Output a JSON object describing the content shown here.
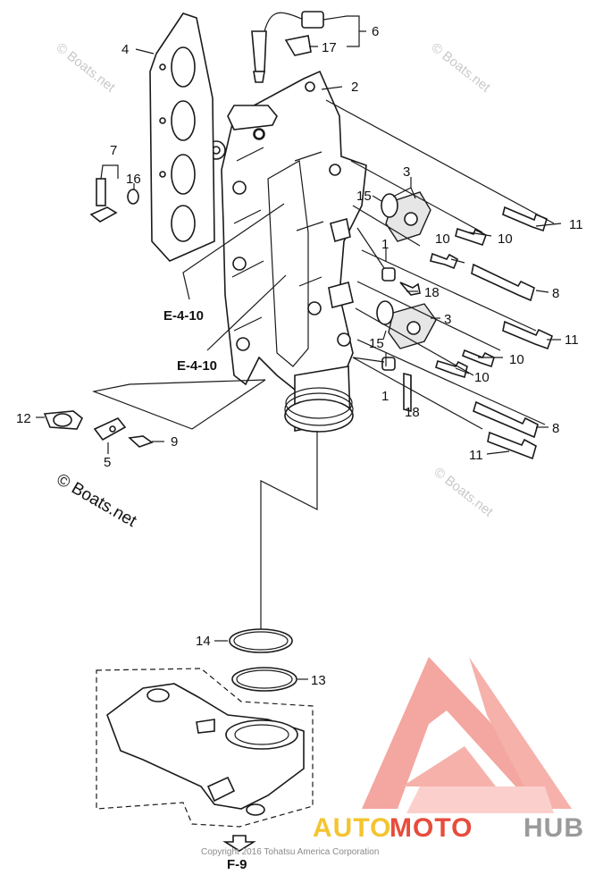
{
  "callouts": {
    "c1a": "1",
    "c1b": "1",
    "c2": "2",
    "c3a": "3",
    "c3b": "3",
    "c4": "4",
    "c5": "5",
    "c6": "6",
    "c7": "7",
    "c8a": "8",
    "c8b": "8",
    "c9": "9",
    "c10a": "10",
    "c10b": "10",
    "c10c": "10",
    "c10d": "10",
    "c11a": "11",
    "c11b": "11",
    "c11c": "11",
    "c12": "12",
    "c13": "13",
    "c14": "14",
    "c15a": "15",
    "c15b": "15",
    "c16": "16",
    "c17": "17",
    "c18a": "18",
    "c18b": "18"
  },
  "refs": {
    "e410a": "E-4-10",
    "e410b": "E-4-10",
    "f9": "F-9"
  },
  "watermarks": {
    "wm": "© Boats.net",
    "cp": "© Boats.net"
  },
  "footer": {
    "copyright": "Copyright 2016 Tohatsu America Corporation"
  },
  "brand": {
    "part1": "AUTO",
    "part2": "MOTO",
    "part3": "HUB",
    "colors": {
      "red": "#e74c3c",
      "gold": "#f4c430",
      "gray": "#9a9a9a"
    }
  }
}
